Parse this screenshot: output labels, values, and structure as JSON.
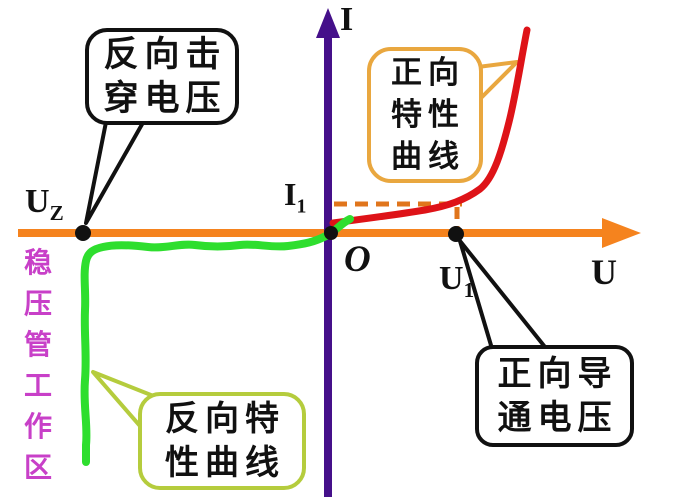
{
  "diagram": {
    "title_hint": "Zener diode volt-ampere characteristic curve",
    "axis_labels": {
      "current_axis": "I",
      "voltage_axis": "U",
      "origin": "O",
      "i1": {
        "base": "I",
        "sub": "1"
      },
      "u1": {
        "base": "U",
        "sub": "1"
      },
      "uz": {
        "base": "U",
        "sub": "Z"
      }
    },
    "callouts": {
      "reverse_breakdown": {
        "lines": [
          "反向击",
          "穿电压"
        ]
      },
      "forward_curve": {
        "lines": [
          "正向",
          "特性",
          "曲线"
        ]
      },
      "forward_conduction": {
        "lines": [
          "正向导",
          "通电压"
        ]
      },
      "reverse_curve": {
        "lines": [
          "反向特",
          "性曲线"
        ]
      }
    },
    "side_label": {
      "text": "稳压管工作区",
      "chars": [
        "稳",
        "压",
        "管",
        "工",
        "作",
        "区"
      ]
    },
    "colors": {
      "i_axis": "#45108A",
      "u_axis": "#F5831E",
      "forward_curve": "#DE1318",
      "reverse_curve": "#2EDE2E",
      "dashed_guide": "#E0751C",
      "dot": "#111111",
      "black_border": "#111111",
      "forward_callout_border": "#E9A73F",
      "reverse_callout_border": "#B5CC3D",
      "side_label_color": "#C840C8"
    }
  }
}
